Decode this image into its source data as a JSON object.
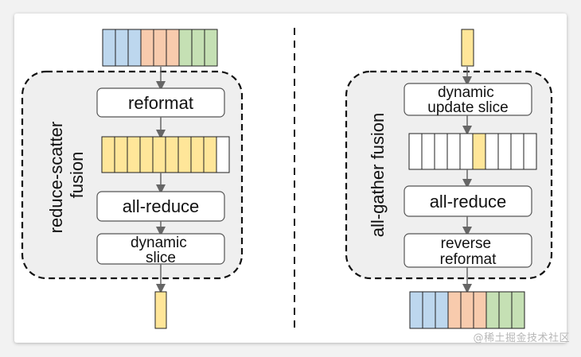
{
  "left": {
    "title_lines": [
      "reduce-scatter",
      "fusion"
    ],
    "boxes": {
      "reformat": [
        "reformat"
      ],
      "all_reduce": [
        "all-reduce"
      ],
      "dynamic_slice": [
        "dynamic",
        "slice"
      ]
    },
    "input_buffer_colors": [
      "#bdd7ee",
      "#bdd7ee",
      "#bdd7ee",
      "#f8cbad",
      "#f8cbad",
      "#f8cbad",
      "#c5e0b4",
      "#c5e0b4",
      "#c5e0b4"
    ],
    "reformatted_buffer_colors": [
      "#ffe699",
      "#ffe699",
      "#ffe699",
      "#ffe699",
      "#ffe699",
      "#ffe699",
      "#ffe699",
      "#ffe699",
      "#ffe699",
      "#ffffff"
    ],
    "output_buffer_colors": [
      "#ffe699"
    ]
  },
  "right": {
    "title_lines": [
      "all-gather fusion"
    ],
    "boxes": {
      "dynamic_update_slice": [
        "dynamic",
        "update slice"
      ],
      "all_reduce": [
        "all-reduce"
      ],
      "reverse_reformat": [
        "reverse",
        "reformat"
      ]
    },
    "input_buffer_colors": [
      "#ffe699"
    ],
    "updated_buffer_colors": [
      "#ffffff",
      "#ffffff",
      "#ffffff",
      "#ffffff",
      "#ffffff",
      "#ffe699",
      "#ffffff",
      "#ffffff",
      "#ffffff",
      "#ffffff"
    ],
    "output_buffer_colors": [
      "#bdd7ee",
      "#bdd7ee",
      "#bdd7ee",
      "#f8cbad",
      "#f8cbad",
      "#f8cbad",
      "#c5e0b4",
      "#c5e0b4",
      "#c5e0b4"
    ]
  },
  "watermark": "@稀土掘金技术社区"
}
